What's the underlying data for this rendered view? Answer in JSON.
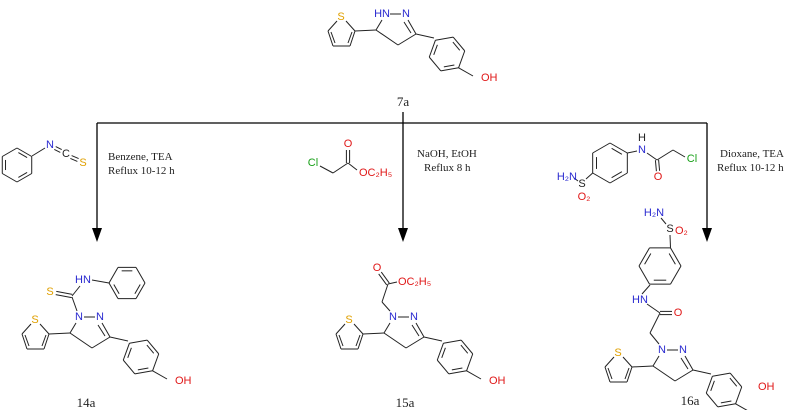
{
  "colors": {
    "nitrogen": "#2a2ad0",
    "oxygen": "#e01818",
    "sulfur": "#e0a000",
    "chlorine": "#18a018",
    "bond": "#222222"
  },
  "atoms": {
    "N": "N",
    "HN": "HN",
    "H": "H",
    "S": "S",
    "OH": "OH",
    "O": "O",
    "Cl": "Cl",
    "C": "C",
    "OEt": "OC₂H₅",
    "H2N": "H₂N",
    "O2": "O₂"
  },
  "compounds": {
    "start": "7a",
    "product_1": "14a",
    "product_2": "15a",
    "product_3": "16a"
  },
  "conditions": {
    "route_1": [
      "Benzene, TEA",
      "Reflux 10-12 h"
    ],
    "route_2": [
      "NaOH, EtOH",
      "Reflux 8 h"
    ],
    "route_3": [
      "Dioxane, TEA",
      "Reflux 10-12 h"
    ]
  }
}
